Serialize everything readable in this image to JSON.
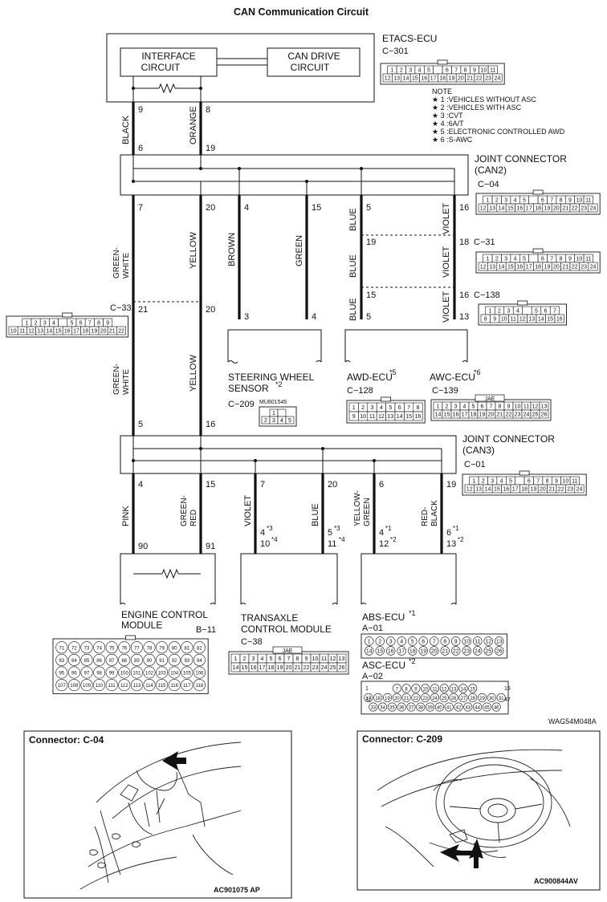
{
  "title": "CAN Communication Circuit",
  "etacs": {
    "name": "ETACS-ECU",
    "code": "C−301",
    "interface": [
      "INTERFACE",
      "CIRCUIT"
    ],
    "candrive": [
      "CAN DRIVE",
      "CIRCUIT"
    ],
    "row1": [
      "1",
      "2",
      "3",
      "4",
      "5",
      "",
      "6",
      "7",
      "8",
      "9",
      "10",
      "11"
    ],
    "row2": [
      "12",
      "13",
      "14",
      "15",
      "16",
      "17",
      "18",
      "19",
      "20",
      "21",
      "22",
      "23",
      "24"
    ]
  },
  "notes": {
    "heading": "NOTE",
    "items": [
      "★ 1 :VEHICLES WITHOUT ASC",
      "★ 2 :VEHICLES WITH ASC",
      "★ 3 :CVT",
      "★ 4 :6A/T",
      "★ 5 :ELECTRONIC CONTROLLED AWD",
      "★ 6 :S-AWC"
    ]
  },
  "wires_top": [
    {
      "color": "BLACK",
      "pin_top": "9",
      "pin_bottom": "6"
    },
    {
      "color": "ORANGE",
      "pin_top": "8",
      "pin_bottom": "19"
    }
  ],
  "joint_can2": {
    "title": "JOINT CONNECTOR",
    "subtitle": "(CAN2)",
    "code": "C−04",
    "row1": [
      "1",
      "2",
      "3",
      "4",
      "5",
      "",
      "6",
      "7",
      "8",
      "9",
      "10",
      "11"
    ],
    "row2": [
      "12",
      "13",
      "14",
      "15",
      "16",
      "17",
      "18",
      "19",
      "20",
      "21",
      "22",
      "23",
      "24"
    ]
  },
  "can2_wires": [
    {
      "color": "GREEN-\nWHITE",
      "pin": "7"
    },
    {
      "color": "YELLOW",
      "pin": "20"
    },
    {
      "color": "BROWN",
      "pin": "4"
    },
    {
      "color": "GREEN",
      "pin": "15"
    },
    {
      "color": "BLUE",
      "pin": "5"
    },
    {
      "color": "VIOLET",
      "pin": "16"
    }
  ],
  "c31": {
    "code": "C−31",
    "pin_blue": "19",
    "pin_violet": "18",
    "row1": [
      "1",
      "2",
      "3",
      "4",
      "5",
      "",
      "6",
      "7",
      "8",
      "9",
      "10",
      "11"
    ],
    "row2": [
      "12",
      "13",
      "14",
      "15",
      "16",
      "17",
      "18",
      "19",
      "20",
      "21",
      "22",
      "23",
      "24"
    ]
  },
  "c138": {
    "code": "C−138",
    "pin_blue": "15",
    "pin_violet": "16",
    "row1": [
      "1",
      "2",
      "3",
      "4",
      "",
      "5",
      "6",
      "7"
    ],
    "row2": [
      "8",
      "9",
      "10",
      "11",
      "12",
      "13",
      "14",
      "15",
      "16"
    ]
  },
  "c33": {
    "code": "C−33",
    "pin_gw": "21",
    "pin_y": "20",
    "row1": [
      "1",
      "2",
      "3",
      "4",
      "",
      "5",
      "6",
      "7",
      "8",
      "9"
    ],
    "row2": [
      "10",
      "11",
      "12",
      "13",
      "14",
      "15",
      "16",
      "17",
      "18",
      "19",
      "20",
      "21",
      "22"
    ]
  },
  "steering": {
    "pin_a": "3",
    "pin_b": "4",
    "name": "STEERING WHEEL",
    "name2": "SENSOR",
    "star": "*2",
    "code": "C−209",
    "partno": "MU801545",
    "row1": [
      "1",
      ""
    ],
    "row2": [
      "2",
      "3",
      "4",
      "5"
    ]
  },
  "awd": {
    "pin_a": "5",
    "pin_b": "13",
    "name": "AWD-ECU",
    "star": "*5",
    "code": "C−128",
    "row1": [
      "1",
      "2",
      "3",
      "4",
      "5",
      "6",
      "7",
      "8"
    ],
    "row2": [
      "9",
      "10",
      "11",
      "12",
      "13",
      "14",
      "15",
      "16"
    ]
  },
  "awc": {
    "name": "AWC-ECU",
    "star": "*6",
    "code": "C−139",
    "tag": "JAE",
    "row1": [
      "1",
      "2",
      "3",
      "4",
      "5",
      "6",
      "7",
      "8",
      "9",
      "10",
      "11",
      "12",
      "13"
    ],
    "row2": [
      "14",
      "15",
      "16",
      "17",
      "18",
      "19",
      "20",
      "21",
      "22",
      "23",
      "24",
      "25",
      "26"
    ]
  },
  "mid_wires": [
    {
      "color": "GREEN-\nWHITE",
      "pin": "5"
    },
    {
      "color": "YELLOW",
      "pin": "16"
    }
  ],
  "joint_can3": {
    "title": "JOINT CONNECTOR",
    "subtitle": "(CAN3)",
    "code": "C−01",
    "row1": [
      "1",
      "2",
      "3",
      "4",
      "5",
      "",
      "6",
      "7",
      "8",
      "9",
      "10",
      "11"
    ],
    "row2": [
      "12",
      "13",
      "14",
      "15",
      "16",
      "17",
      "18",
      "19",
      "20",
      "21",
      "22",
      "23",
      "24"
    ]
  },
  "can3_wires": [
    {
      "color": "PINK",
      "pin": "4",
      "dest": "90"
    },
    {
      "color": "GREEN-\nRED",
      "pin": "15",
      "dest": "91"
    },
    {
      "color": "VIOLET",
      "pin": "7",
      "dest": "4",
      "dest_star": "*3",
      "dest2": "10",
      "dest2_star": "*4"
    },
    {
      "color": "BLUE",
      "pin": "20",
      "dest": "5",
      "dest_star": "*3",
      "dest2": "11",
      "dest2_star": "*4"
    },
    {
      "color": "YELLOW-\nGREEN",
      "pin": "6",
      "dest": "4",
      "dest_star": "*1",
      "dest2": "12",
      "dest2_star": "*2"
    },
    {
      "color": "RED-\nBLACK",
      "pin": "19",
      "dest": "6",
      "dest_star": "*1",
      "dest2": "13",
      "dest2_star": "*2"
    }
  ],
  "ecm": {
    "name": "ENGINE CONTROL",
    "name2": "MODULE",
    "code": "B−11",
    "rows": [
      [
        "71",
        "72",
        "73",
        "74",
        "75",
        "76",
        "77",
        "78",
        "79",
        "80",
        "81",
        "82"
      ],
      [
        "83",
        "84",
        "85",
        "86",
        "87",
        "88",
        "89",
        "90",
        "91",
        "92",
        "93",
        "94"
      ],
      [
        "95",
        "96",
        "97",
        "98",
        "99",
        "100",
        "101",
        "102",
        "103",
        "104",
        "105",
        "106"
      ],
      [
        "107",
        "108",
        "109",
        "110",
        "111",
        "112",
        "113",
        "114",
        "115",
        "116",
        "117",
        "118"
      ]
    ]
  },
  "tcm": {
    "name": "TRANSAXLE",
    "name2": "CONTROL MODULE",
    "code": "C−38",
    "tag": "JAE",
    "row1": [
      "1",
      "2",
      "3",
      "4",
      "5",
      "6",
      "7",
      "8",
      "9",
      "10",
      "11",
      "12",
      "13"
    ],
    "row2": [
      "14",
      "15",
      "16",
      "17",
      "18",
      "19",
      "20",
      "21",
      "22",
      "23",
      "24",
      "25",
      "26"
    ]
  },
  "abs": {
    "name": "ABS-ECU",
    "star": "*1",
    "code": "A−01",
    "row1": [
      "1",
      "2",
      "3",
      "4",
      "5",
      "6",
      "7",
      "8",
      "9",
      "10",
      "11",
      "12",
      "13"
    ],
    "row2": [
      "14",
      "15",
      "16",
      "17",
      "18",
      "19",
      "20",
      "21",
      "22",
      "23",
      "24",
      "25",
      "26"
    ]
  },
  "asc": {
    "name": "ASC-ECU",
    "star": "*2",
    "code": "A−02",
    "row1": [
      "7",
      "8",
      "9",
      "10",
      "11",
      "12",
      "13",
      "14",
      "15"
    ],
    "row2": [
      "17",
      "18",
      "19",
      "20",
      "21",
      "22",
      "23",
      "24",
      "25",
      "26",
      "27",
      "28",
      "29",
      "30",
      "31"
    ],
    "row3": [
      "33",
      "34",
      "35",
      "36",
      "37",
      "38",
      "39",
      "40",
      "41",
      "42",
      "43",
      "44",
      "45",
      "46"
    ],
    "left": [
      "1",
      "32"
    ],
    "right": [
      "16",
      "47"
    ]
  },
  "figure_code": "WAG54M048A",
  "panel_left": {
    "title": "Connector: C-04",
    "code": "AC901075 AP"
  },
  "panel_right": {
    "title": "Connector: C-209",
    "code": "AC900844AV"
  }
}
